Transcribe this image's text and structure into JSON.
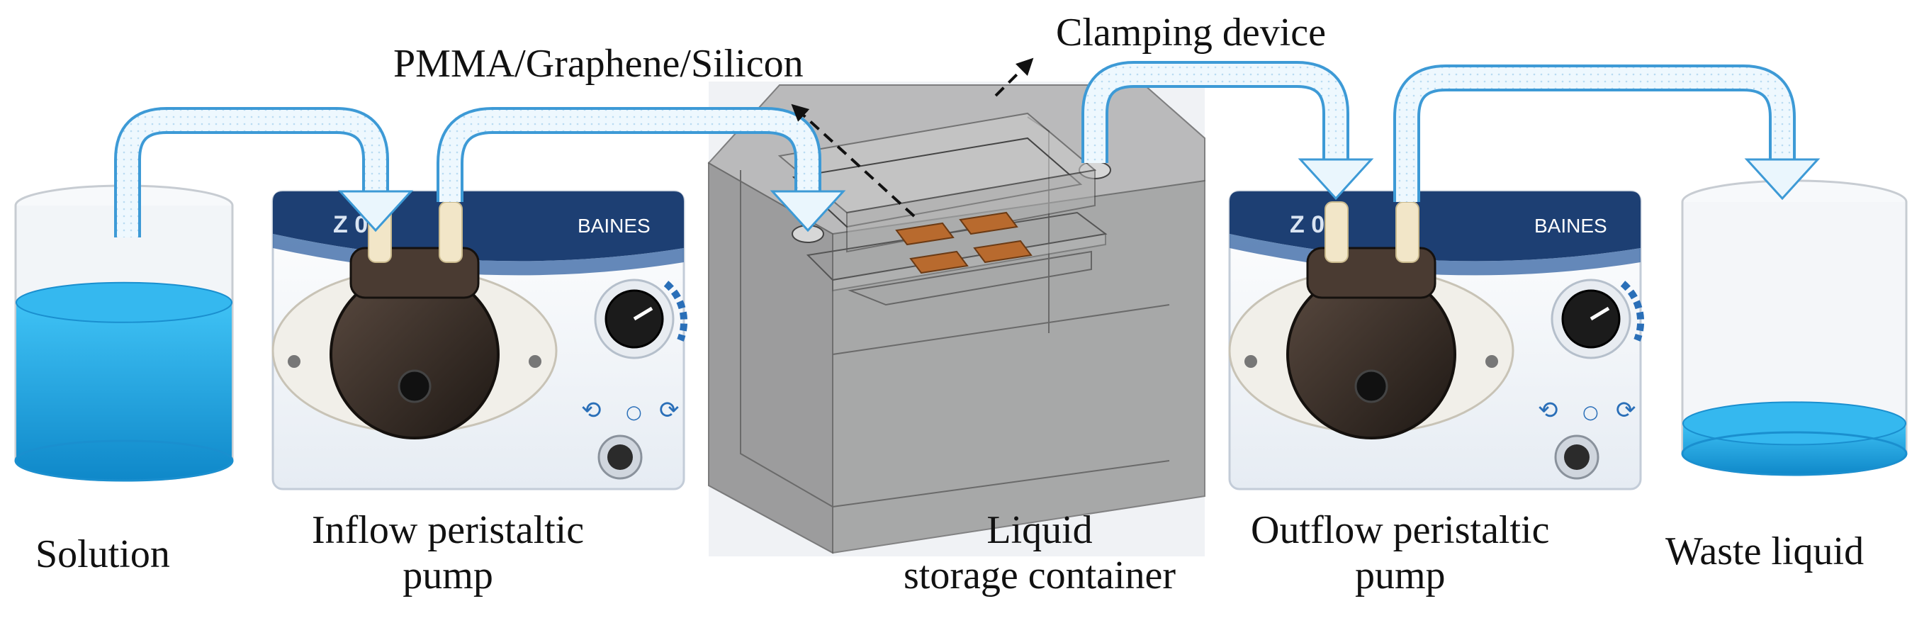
{
  "labels": {
    "pmma": "PMMA/Graphene/Silicon",
    "clamping": "Clamping device",
    "solution": "Solution",
    "inflow_line1": "Inflow peristaltic",
    "inflow_line2": "pump",
    "container_line1": "Liquid",
    "container_line2": "storage container",
    "outflow_line1": "Outflow peristaltic",
    "outflow_line2": "pump",
    "waste": "Waste liquid"
  },
  "pump": {
    "brand": "BAINES",
    "model": "Z 00",
    "reverse_symbol": "⟲",
    "stop_symbol": "○",
    "forward_symbol": "⟳"
  },
  "levels": {
    "solution_fill_fraction": 0.62,
    "waste_fill_fraction": 0.12
  },
  "colors": {
    "liquid": "#1aa6e6",
    "tube_outline": "#3d9ad6",
    "tube_fill": "#eaf6fd",
    "pump_panel": "#f4f7fb",
    "pump_band": "#1d3f73",
    "pump_head": "#3a2f2a",
    "container_glass": "#8b8b8b",
    "sample": "#b86a2e"
  }
}
